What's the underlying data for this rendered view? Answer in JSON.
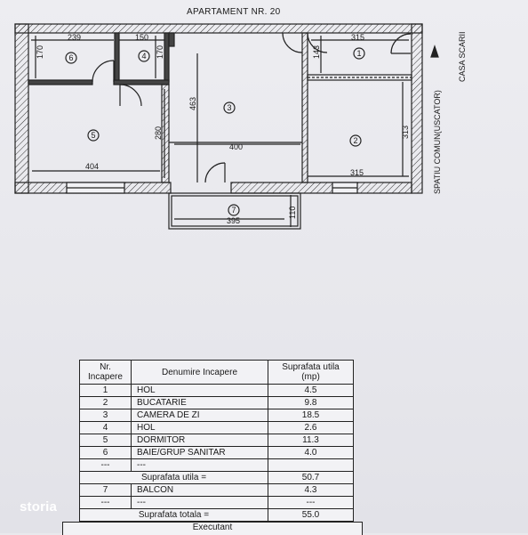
{
  "plan": {
    "title": "APARTAMENT NR. 20",
    "dims": {
      "d239": "239",
      "d150": "150",
      "d315_top": "315",
      "d170a": "170",
      "d170b": "170",
      "d143": "143",
      "d463": "463",
      "d280": "280",
      "d400": "400",
      "d313": "313",
      "d404": "404",
      "d315_bot": "315",
      "d395": "395",
      "d110": "110"
    },
    "rooms": {
      "r1": "1",
      "r2": "2",
      "r3": "3",
      "r4": "4",
      "r5": "5",
      "r6": "6",
      "r7": "7"
    },
    "side_labels": {
      "stair": "CASA SCARII",
      "common": "SPATIU COMUN(USCATOR)"
    }
  },
  "table": {
    "headers": {
      "nr": "Nr. Incapere",
      "name": "Denumire Incapere",
      "area": "Suprafata utila (mp)"
    },
    "rows": [
      {
        "nr": "1",
        "name": "HOL",
        "area": "4.5"
      },
      {
        "nr": "2",
        "name": "BUCATARIE",
        "area": "9.8"
      },
      {
        "nr": "3",
        "name": "CAMERA DE ZI",
        "area": "18.5"
      },
      {
        "nr": "4",
        "name": "HOL",
        "area": "2.6"
      },
      {
        "nr": "5",
        "name": "DORMITOR",
        "area": "11.3"
      },
      {
        "nr": "6",
        "name": "BAIE/GRUP SANITAR",
        "area": "4.0"
      },
      {
        "nr": "---",
        "name": "---",
        "area": ""
      }
    ],
    "useful_label": "Suprafata utila =",
    "useful_value": "50.7",
    "balcony": {
      "nr": "7",
      "name": "BALCON",
      "area": "4.3"
    },
    "blank_row": {
      "nr": "---",
      "name": "---",
      "area": "---"
    },
    "total_label": "Suprafata totala =",
    "total_value": "55.0",
    "executant": "Executant"
  },
  "watermark": "storia"
}
